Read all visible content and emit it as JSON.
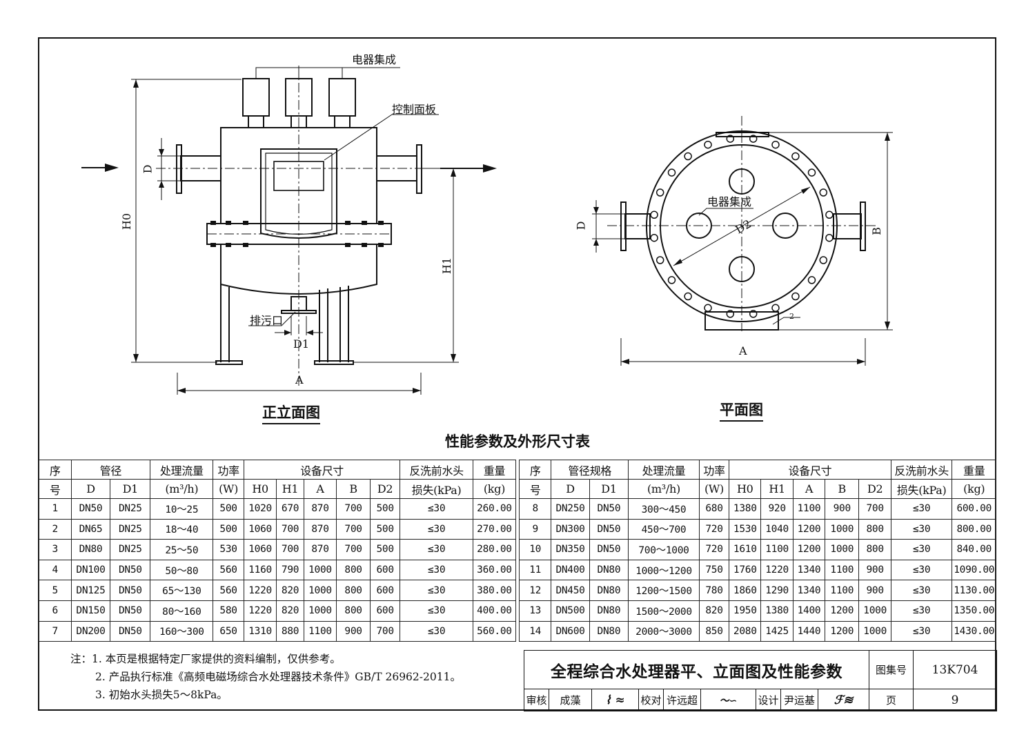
{
  "front_view": {
    "title": "正立面图",
    "label_electrical": "电器集成",
    "label_panel": "控制面板",
    "label_drain": "排污口",
    "dim_h0": "H0",
    "dim_h1": "H1",
    "dim_d": "D",
    "dim_d1": "D1",
    "dim_a": "A"
  },
  "plan_view": {
    "title": "平面图",
    "label_electrical": "电器集成",
    "dim_d2": "D2",
    "dim_d": "D",
    "dim_b": "B",
    "dim_a": "A",
    "callout_2": "2"
  },
  "table": {
    "title": "性能参数及外形尺寸表",
    "header_left": {
      "seq_top": "序",
      "seq_bottom": "号",
      "pipe": "管径",
      "d": "D",
      "d1": "D1",
      "flow": "处理流量",
      "flow_unit": "(m³/h)",
      "power": "功率",
      "power_unit": "(W)",
      "dims": "设备尺寸",
      "h0": "H0",
      "h1": "H1",
      "a": "A",
      "b": "B",
      "d2": "D2",
      "loss": "反洗前水头",
      "loss_unit": "损失(kPa)",
      "weight": "重量",
      "weight_unit": "(kg)"
    },
    "header_right": {
      "seq_top": "序",
      "seq_bottom": "号",
      "pipe": "管径规格",
      "d": "D",
      "d1": "D1",
      "flow": "处理流量",
      "flow_unit": "(m³/h)",
      "power": "功率",
      "power_unit": "(W)",
      "dims": "设备尺寸",
      "h0": "H0",
      "h1": "H1",
      "a": "A",
      "b": "B",
      "d2": "D2",
      "loss": "反洗前水头",
      "loss_unit": "损失(kPa)",
      "weight": "重量",
      "weight_unit": "(kg)"
    },
    "rows_left": [
      [
        "1",
        "DN50",
        "DN25",
        "10～25",
        "500",
        "1020",
        "670",
        "870",
        "700",
        "500",
        "≤30",
        "260.00"
      ],
      [
        "2",
        "DN65",
        "DN25",
        "18～40",
        "500",
        "1060",
        "700",
        "870",
        "700",
        "500",
        "≤30",
        "270.00"
      ],
      [
        "3",
        "DN80",
        "DN25",
        "25～50",
        "530",
        "1060",
        "700",
        "870",
        "700",
        "500",
        "≤30",
        "280.00"
      ],
      [
        "4",
        "DN100",
        "DN50",
        "50～80",
        "560",
        "1160",
        "790",
        "1000",
        "800",
        "600",
        "≤30",
        "360.00"
      ],
      [
        "5",
        "DN125",
        "DN50",
        "65～130",
        "560",
        "1220",
        "820",
        "1000",
        "800",
        "600",
        "≤30",
        "380.00"
      ],
      [
        "6",
        "DN150",
        "DN50",
        "80～160",
        "580",
        "1220",
        "820",
        "1000",
        "800",
        "600",
        "≤30",
        "400.00"
      ],
      [
        "7",
        "DN200",
        "DN50",
        "160～300",
        "650",
        "1310",
        "880",
        "1100",
        "900",
        "700",
        "≤30",
        "560.00"
      ]
    ],
    "rows_right": [
      [
        "8",
        "DN250",
        "DN50",
        "300～450",
        "680",
        "1380",
        "920",
        "1100",
        "900",
        "700",
        "≤30",
        "600.00"
      ],
      [
        "9",
        "DN300",
        "DN50",
        "450～700",
        "720",
        "1530",
        "1040",
        "1200",
        "1000",
        "800",
        "≤30",
        "800.00"
      ],
      [
        "10",
        "DN350",
        "DN50",
        "700～1000",
        "720",
        "1610",
        "1100",
        "1200",
        "1000",
        "800",
        "≤30",
        "840.00"
      ],
      [
        "11",
        "DN400",
        "DN80",
        "1000～1200",
        "750",
        "1760",
        "1220",
        "1340",
        "1100",
        "900",
        "≤30",
        "1090.00"
      ],
      [
        "12",
        "DN450",
        "DN80",
        "1200～1500",
        "780",
        "1860",
        "1290",
        "1340",
        "1100",
        "900",
        "≤30",
        "1130.00"
      ],
      [
        "13",
        "DN500",
        "DN80",
        "1500～2000",
        "820",
        "1950",
        "1380",
        "1400",
        "1200",
        "1000",
        "≤30",
        "1350.00"
      ],
      [
        "14",
        "DN600",
        "DN80",
        "2000～3000",
        "850",
        "2080",
        "1425",
        "1440",
        "1200",
        "1000",
        "≤30",
        "1430.00"
      ]
    ]
  },
  "notes": [
    "注：1. 本页是根据特定厂家提供的资料编制，仅供参考。",
    "2. 产品执行标准《高频电磁场综合水处理器技术条件》GB/T 26962-2011。",
    "3. 初始水头损失5～8kPa。"
  ],
  "title_block": {
    "title": "全程综合水处理器平、立面图及性能参数",
    "atlas_label": "图集号",
    "atlas_no": "13K704",
    "review_label": "审核",
    "reviewer": "成藻",
    "check_label": "校对",
    "checker": "许远超",
    "design_label": "设计",
    "designer": "尹运基",
    "page_label": "页",
    "page_no": "9"
  }
}
